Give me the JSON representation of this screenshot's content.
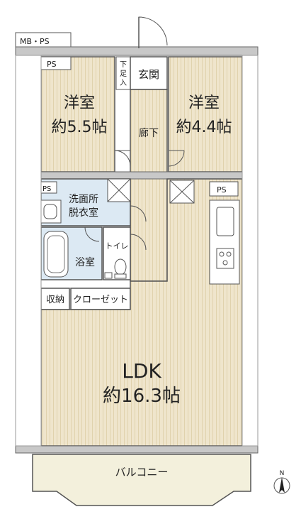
{
  "colors": {
    "floor": "#efe5cc",
    "floor_stripe": "#e0d2ad",
    "wet_area": "#dce9f3",
    "wall": "#8a8a8a",
    "line": "#555555",
    "balcony": "#f3f0dc",
    "text": "#222222"
  },
  "labels": {
    "mb_ps": "MB・PS",
    "ps_top": "PS",
    "ps_left": "PS",
    "ps_right": "PS",
    "geta": "下足入",
    "entrance": "玄関",
    "corridor": "廊下",
    "western_left_name": "洋室",
    "western_left_size": "約5.5帖",
    "western_right_name": "洋室",
    "western_right_size": "約4.4帖",
    "washroom_line1": "洗面所",
    "washroom_line2": "脱衣室",
    "bath": "浴室",
    "toilet": "トイレ",
    "storage": "収納",
    "closet": "クローゼット",
    "ldk_name": "LDK",
    "ldk_size": "約16.3帖",
    "balcony": "バルコニー",
    "north": "N"
  }
}
